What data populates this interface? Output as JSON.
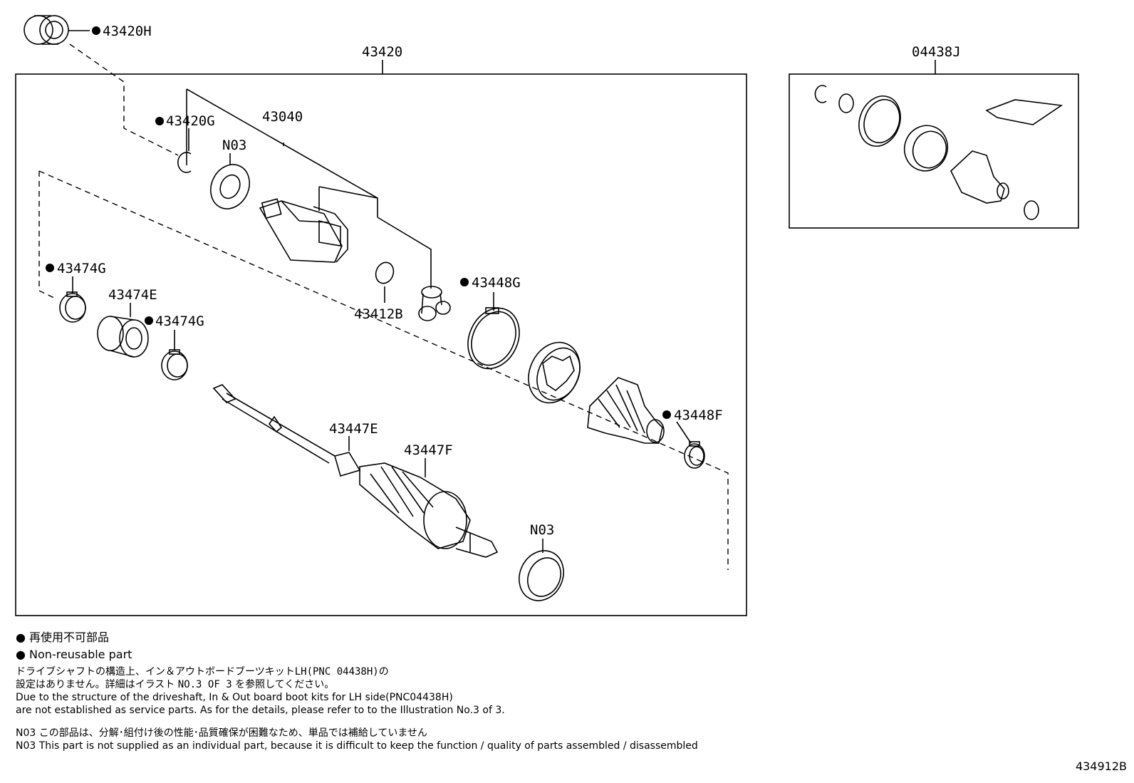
{
  "labels": {
    "p43420H": "43420H",
    "p43420": "43420",
    "p04438J": "04438J",
    "p43040": "43040",
    "p43420G": "43420G",
    "pN03a": "N03",
    "p43474G_a": "43474G",
    "p43474E": "43474E",
    "p43474G_b": "43474G",
    "p43412B": "43412B",
    "p43448G": "43448G",
    "p43448F": "43448F",
    "p43447E": "43447E",
    "p43447F": "43447F",
    "pN03b": "N03"
  },
  "notes": {
    "legend_jp": "再使用不可部品",
    "legend_en": "Non-reusable part",
    "jp1_a": "ドライブシャフトの構造上、イン＆アウトボードブーツキット",
    "jp1_b": "LH(PNC 04438H)",
    "jp1_c": "の",
    "jp2_a": "設定はありません。詳細はイラスト",
    "jp2_b": "NO.3 OF 3",
    "jp2_c": "を参照してください。",
    "en1": "Due to the structure of the driveshaft, In & Out board  boot kits for LH side(PNC04438H)",
    "en2": "are not established as service parts. As for the details, please refer to to the Illustration No.3 of 3.",
    "n03_jp": "N03 この部品は、分解･組付け後の性能･品質確保が困難なため、単品では補給していません",
    "n03_en": "N03 This part is not supplied as an  individual part, because it is difficult to keep the function / quality of parts assembled / disassembled"
  },
  "doc_number": "434912B"
}
